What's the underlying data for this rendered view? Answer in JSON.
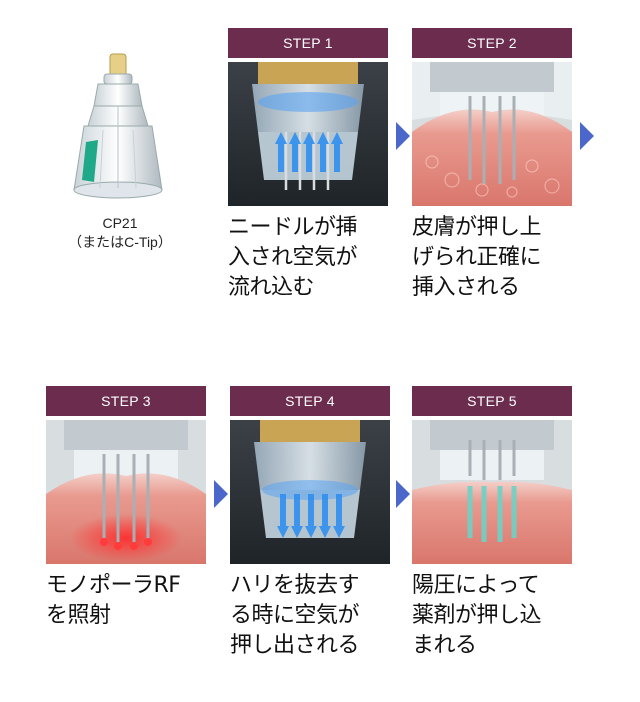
{
  "product": {
    "name": "CP21",
    "alt_name": "（またはC-Tip）"
  },
  "steps": [
    {
      "label": "STEP 1",
      "caption": "ニードルが挿\n入され空気が\n流れ込む"
    },
    {
      "label": "STEP 2",
      "caption": "皮膚が押し上\nげられ正確に\n挿入される"
    },
    {
      "label": "STEP 3",
      "caption": "モノポーラRF\nを照射"
    },
    {
      "label": "STEP 4",
      "caption": "ハリを抜去す\nる時に空気が\n押し出される"
    },
    {
      "label": "STEP 5",
      "caption": "陽圧によって\n薬剤が押し込\nまれる"
    }
  ],
  "colors": {
    "header_bg": "#6b2c4e",
    "arrow": "#4a67c9",
    "skin": "#e58a82",
    "rf_glow": "#ff2a2a",
    "air_flow": "#2f8ff0",
    "drug": "#6ed2c6"
  }
}
